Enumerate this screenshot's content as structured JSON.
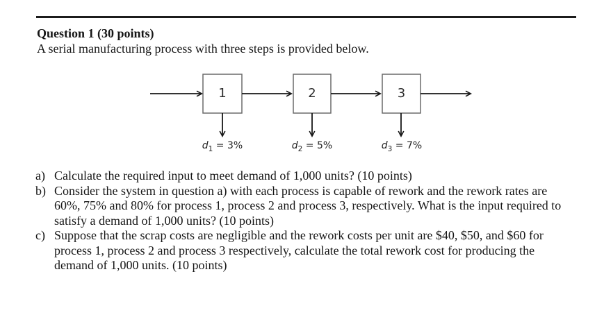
{
  "header": {
    "title": "Question 1 (30 points)",
    "subtitle": "A serial manufacturing process with three steps is provided below."
  },
  "diagram": {
    "boxes": [
      {
        "label": "1"
      },
      {
        "label": "2"
      },
      {
        "label": "3"
      }
    ],
    "defects": [
      {
        "var": "d",
        "sub": "1",
        "eq": " = 3%"
      },
      {
        "var": "d",
        "sub": "2",
        "eq": " = 5%"
      },
      {
        "var": "d",
        "sub": "3",
        "eq": " = 7%"
      }
    ]
  },
  "questions": [
    {
      "label": "a)",
      "lines": [
        "Calculate the required input to meet demand of 1,000 units? (10 points)"
      ]
    },
    {
      "label": "b)",
      "lines": [
        "Consider the system in question a) with each process is capable of rework and the rework rates are",
        "60%, 75% and 80% for process 1, process 2 and process 3, respectively. What is the input required to",
        "satisfy a demand of 1,000 units? (10 points)"
      ]
    },
    {
      "label": "c)",
      "lines": [
        "Suppose that the scrap costs are negligible and the rework costs per unit are $40, $50, and $60 for",
        "process 1, process 2 and process 3 respectively, calculate the total rework cost for producing the",
        "demand of 1,000 units. (10 points)"
      ]
    }
  ],
  "colors": {
    "text": "#161616",
    "rule": "#1c1c1c",
    "box_border": "#6a6a6a",
    "arrow": "#161616"
  }
}
